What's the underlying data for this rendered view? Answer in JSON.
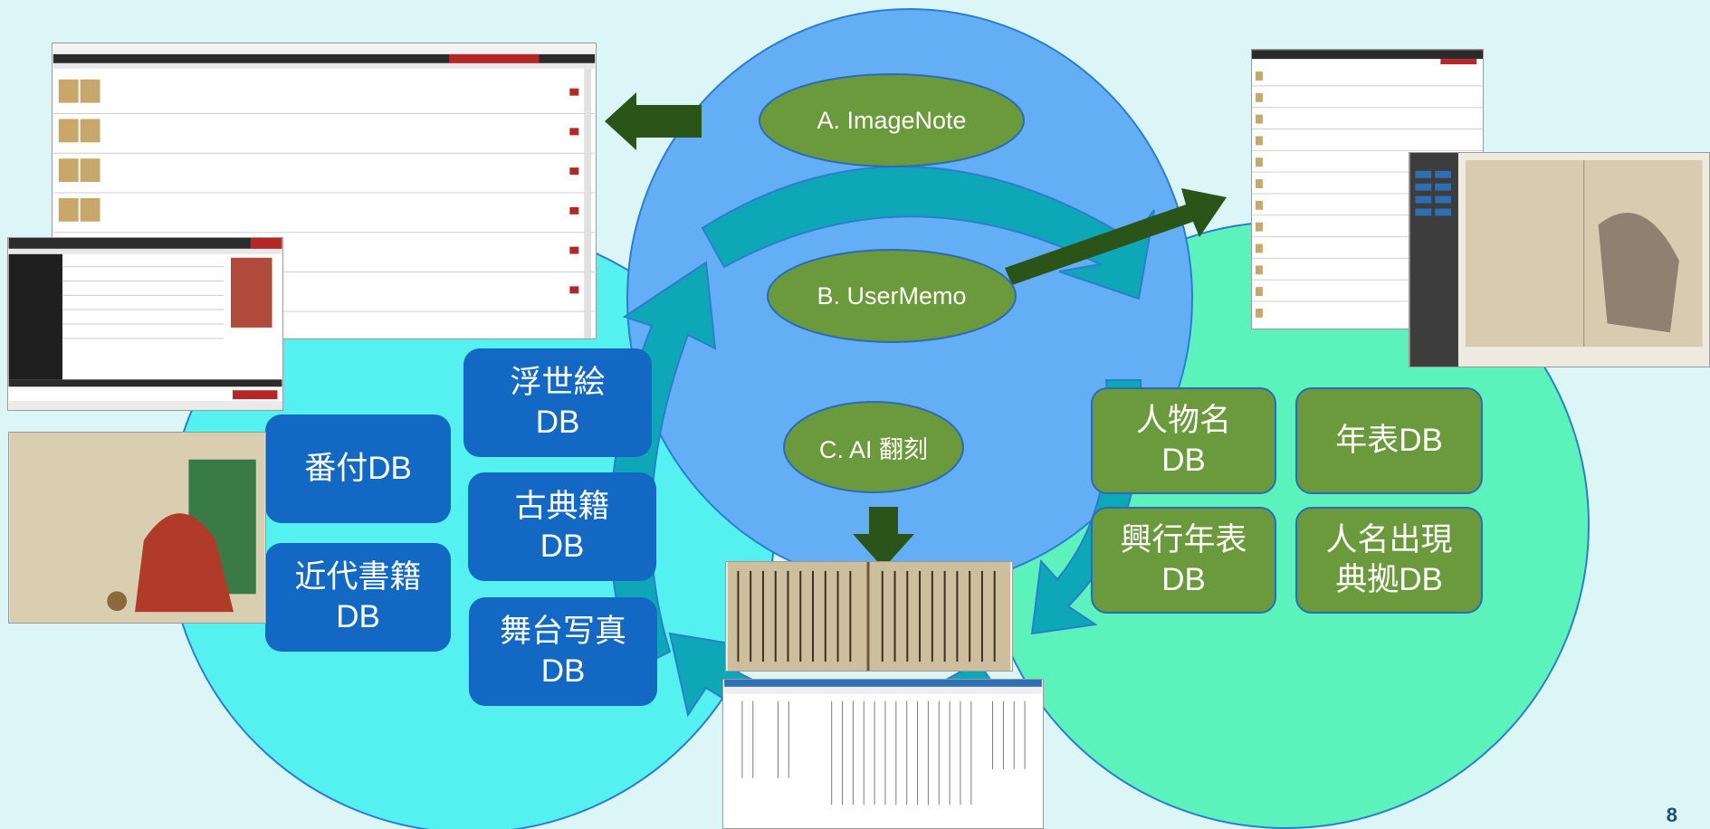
{
  "diagram": {
    "hub_labels": {
      "image_note": "A. ImageNote",
      "user_memo": "B. UserMemo",
      "ai_honkoku": "C. AI 翻刻"
    },
    "left_databases": [
      {
        "line1": "番付DB",
        "line2": ""
      },
      {
        "line1": "近代書籍",
        "line2": "DB"
      },
      {
        "line1": "浮世絵",
        "line2": "DB"
      },
      {
        "line1": "古典籍",
        "line2": "DB"
      },
      {
        "line1": "舞台写真",
        "line2": "DB"
      }
    ],
    "right_databases": [
      {
        "line1": "人物名",
        "line2": "DB"
      },
      {
        "line1": "年表DB",
        "line2": ""
      },
      {
        "line1": "興行年表",
        "line2": "DB"
      },
      {
        "line1": "人名出現",
        "line2": "典拠DB"
      }
    ]
  },
  "colors": {
    "background": "#dcf5f6",
    "left_circle": "#55f0f0",
    "right_circle": "#5cf2bc",
    "center_circle": "#63aef4",
    "label_ellipse": "#6a9a3b",
    "db_blue": "#1368c4",
    "db_green": "#6a9a3b",
    "cycle_arrow": "#0ea7b8",
    "dark_arrow": "#2a5418",
    "page_number": "#1e4e79"
  },
  "page_number": "8"
}
